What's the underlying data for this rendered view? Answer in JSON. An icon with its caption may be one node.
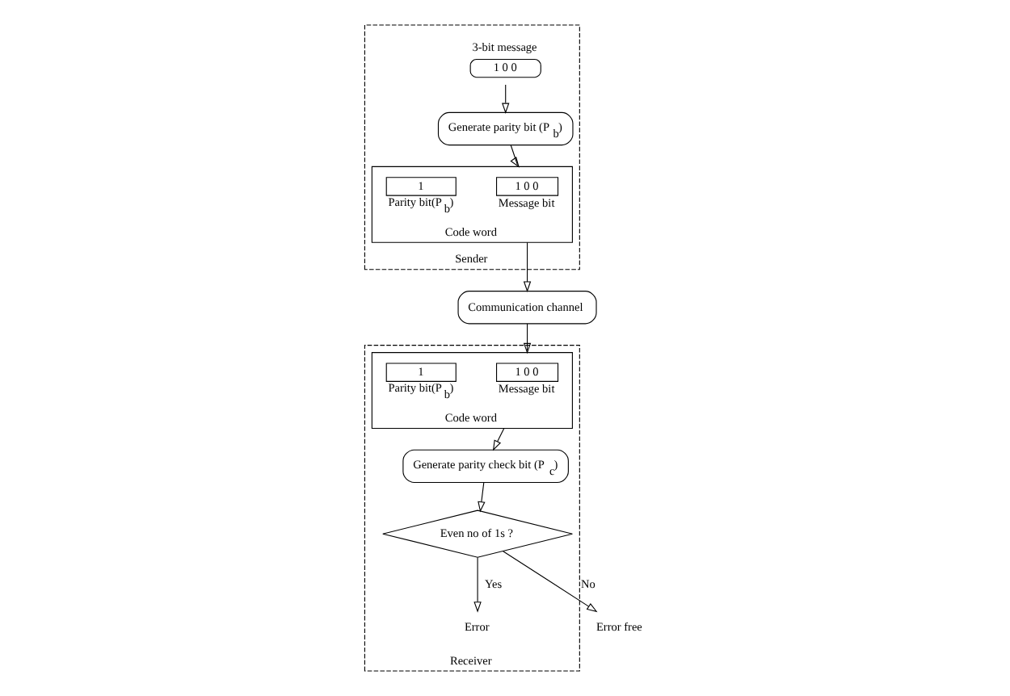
{
  "diagram": {
    "nodes": [
      {
        "text": [
          "Sender"
        ]
      },
      {
        "text": [
          "3-bit message",
          "1 0 0"
        ],
        "in": 0
      },
      {
        "text": [
          "Generate parity bit (P$_{b}$)"
        ],
        "in": 0
      },
      {
        "text": [
          "Code word"
        ],
        "in": 0
      },
      {
        "text": [
          "1 0 0"
        ],
        "beside": [
          "Message bit"
        ],
        "in": 3
      },
      {
        "text": [
          "1"
        ],
        "beside": [
          "Parity bit(P$_{b}$)"
        ],
        "in": 3
      },
      {
        "text": [
          "Communication channel"
        ]
      },
      {
        "text": [
          "Receiver"
        ]
      },
      {
        "text": [
          "Code word"
        ],
        "in": 7
      },
      {
        "text": [
          "1 0 0"
        ],
        "beside": [
          "Message bit"
        ],
        "in": 8
      },
      {
        "text": [
          "1"
        ],
        "beside": [
          "Parity bit(P$_{b}$)"
        ],
        "in": 8
      },
      {
        "text": [
          "Generate parity check bit (P$_{c}$)"
        ],
        "in": 7
      },
      {
        "text": [
          "Even no of 1s ?"
        ],
        "in": 7
      },
      {
        "text": [
          "Error"
        ],
        "in": 7
      },
      {
        "text": [
          "Error free"
        ]
      }
    ],
    "edges": [
      {
        "from": 1,
        "to": 2,
        "arrow": "to"
      },
      {
        "from": 2,
        "to": 3,
        "arrow": "to"
      },
      {
        "from": 3,
        "to": 6,
        "arrow": "to"
      },
      {
        "from": 6,
        "to": 8,
        "arrow": "to"
      },
      {
        "from": 8,
        "to": 11,
        "arrow": "to"
      },
      {
        "from": 11,
        "to": 12,
        "arrow": "to"
      },
      {
        "from": 12,
        "to": 13,
        "label": "Yes",
        "arrow": "to"
      },
      {
        "from": 12,
        "to": 14,
        "label": "No",
        "arrow": "to"
      }
    ]
  }
}
